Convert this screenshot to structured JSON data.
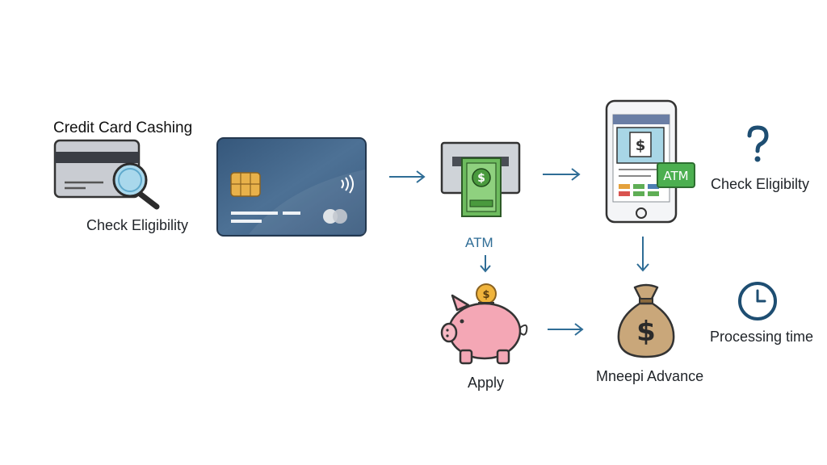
{
  "title": "Credit Card Cashing",
  "labels": {
    "check_eligibility_left": "Check Eligibility",
    "atm_label": "ATM",
    "apply": "Apply",
    "money_advance": "Mneepi Advance",
    "check_eligibility_right": "Check Eligibilty",
    "processing_time": "Processing time",
    "phone_atm_badge": "ATM"
  },
  "icons": {
    "magnifier_card": "magnifier-over-card-icon",
    "credit_card": "credit-card-icon",
    "atm": "atm-cash-icon",
    "phone": "smartphone-app-icon",
    "question": "question-mark-icon",
    "piggy": "piggy-bank-icon",
    "money_bag": "money-bag-icon",
    "clock": "clock-icon"
  },
  "colors": {
    "arrow": "#2f6d96",
    "card_blue": "#3f6184",
    "chip_gold": "#e8b14a",
    "money_green": "#5fae55",
    "piggy_pink": "#f4a7b5",
    "bag_tan": "#c9a77a",
    "atm_badge_green": "#4caf50"
  }
}
